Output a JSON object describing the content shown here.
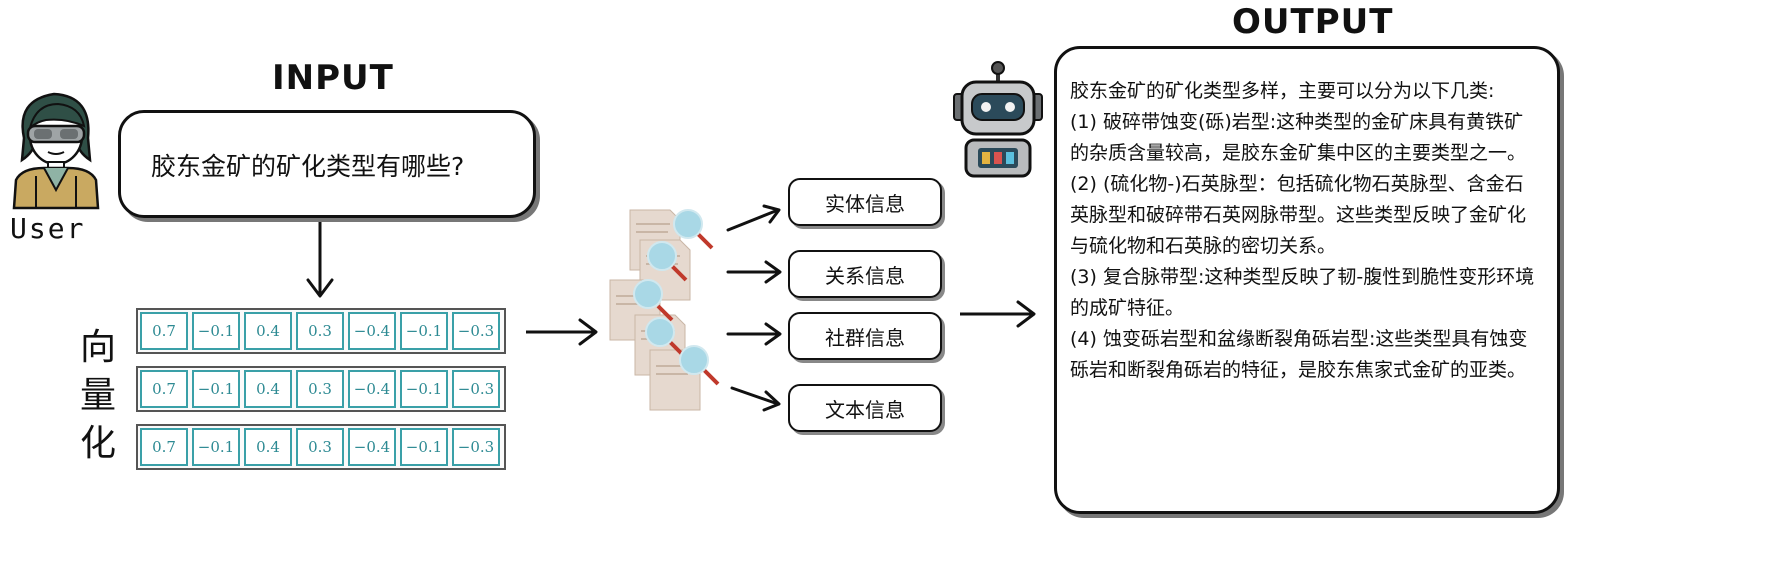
{
  "input": {
    "heading": "INPUT",
    "question": "胶东金矿的矿化类型有哪些?",
    "user_label": "User"
  },
  "vectorization": {
    "label_chars": [
      "向",
      "量",
      "化"
    ],
    "rows": [
      [
        "0.7",
        "−0.1",
        "0.4",
        "0.3",
        "−0.4",
        "−0.1",
        "−0.3"
      ],
      [
        "0.7",
        "−0.1",
        "0.4",
        "0.3",
        "−0.4",
        "−0.1",
        "−0.3"
      ],
      [
        "0.7",
        "−0.1",
        "0.4",
        "0.3",
        "−0.4",
        "−0.1",
        "−0.3"
      ]
    ]
  },
  "retrieval": {
    "info_types": [
      "实体信息",
      "关系信息",
      "社群信息",
      "文本信息"
    ]
  },
  "output": {
    "heading": "OUTPUT",
    "lines": [
      "胶东金矿的矿化类型多样，主要可以分为以下几类:",
      "(1) 破碎带蚀变(砾)岩型:这种类型的金矿床具有黄铁矿的杂质含量较高，是胶东金矿集中区的主要类型之一。",
      "(2) (硫化物-)石英脉型：包括硫化物石英脉型、含金石英脉型和破碎带石英网脉带型。这些类型反映了金矿化与硫化物和石英脉的密切关系。",
      "(3) 复合脉带型:这种类型反映了韧-腹性到脆性变形环境的成矿特征。",
      "(4) 蚀变砾岩型和盆缘断裂角砾岩型:这些类型具有蚀变砾岩和断裂角砾岩的特征，是胶东焦家式金矿的亚类。"
    ]
  },
  "colors": {
    "vector_cell": "#3aa0a8",
    "magnifier": "#a9d8e6",
    "document": "#e6d9cf"
  },
  "icons": [
    "user-avatar-icon",
    "robot-icon",
    "document-search-icon",
    "arrow-icon"
  ]
}
